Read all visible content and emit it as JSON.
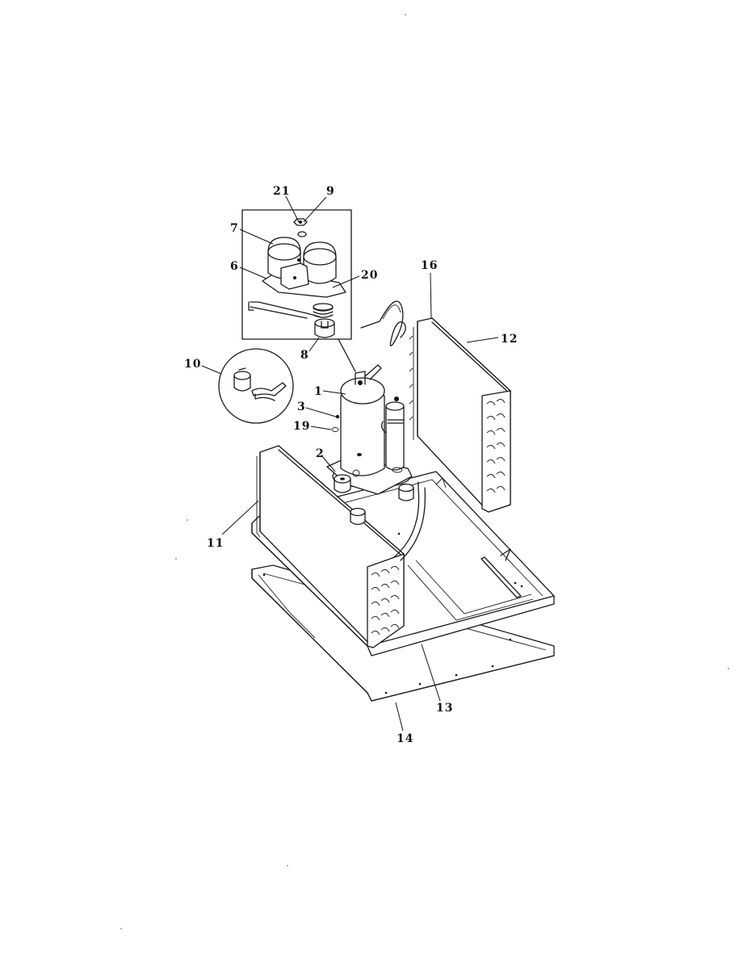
{
  "diagram": {
    "labels": {
      "p1": "1",
      "p2": "2",
      "p3": "3",
      "p6": "6",
      "p7": "7",
      "p8": "8",
      "p9": "9",
      "p10": "10",
      "p11": "11",
      "p12": "12",
      "p13": "13",
      "p14": "14",
      "p16": "16",
      "p19": "19",
      "p20": "20",
      "p21": "21"
    }
  }
}
